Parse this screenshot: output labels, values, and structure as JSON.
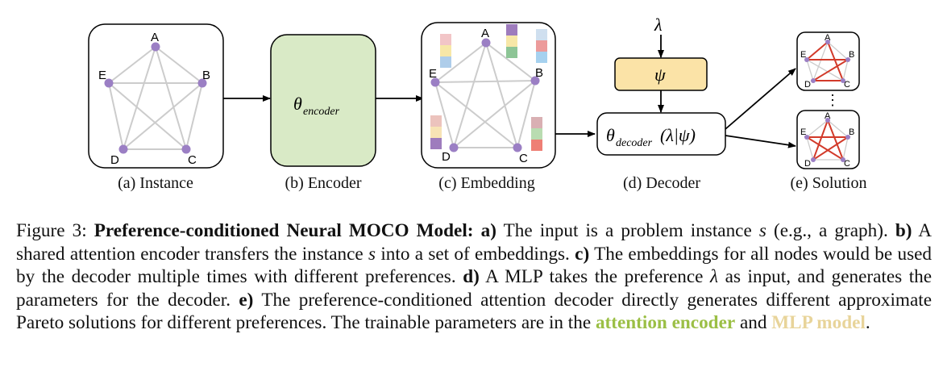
{
  "figure": {
    "node_labels": [
      "A",
      "B",
      "C",
      "D",
      "E"
    ],
    "theta_encoder": "θ",
    "theta_encoder_sub": "encoder",
    "lambda_symbol": "λ",
    "psi_symbol": "ψ",
    "theta_decoder": "θ",
    "theta_decoder_sub": "decoder",
    "theta_decoder_args": "(λ|ψ)",
    "ellipsis": "⋮",
    "sublabels": {
      "a": "(a) Instance",
      "b": "(b) Encoder",
      "c": "(c) Embedding",
      "d": "(d) Decoder",
      "e": "(e) Solution"
    },
    "colors": {
      "node": "#9b7fc4",
      "edge": "#cccccc",
      "encoder_fill": "#d9eac6",
      "psi_fill": "#fbe3a7",
      "solution_edge": "#d23a2a"
    }
  },
  "caption": {
    "figure_label": "Figure 3:",
    "title": "Preference-conditioned Neural MOCO Model:",
    "a_label": "a)",
    "a_text_1": "The input is a problem instance",
    "a_var": "s",
    "a_text_2": "(e.g., a graph).",
    "b_label": "b)",
    "b_text_1": "A shared attention encoder transfers the instance",
    "b_var": "s",
    "b_text_2": "into a set of embeddings.",
    "c_label": "c)",
    "c_text": "The embeddings for all nodes would be used by the decoder multiple times with different preferences.",
    "d_label": "d)",
    "d_text_1": "A MLP takes the preference",
    "d_var": "λ",
    "d_text_2": "as input, and generates the parameters for the decoder.",
    "e_label": "e)",
    "e_text_1": "The preference-conditioned attention decoder directly generates different approximate Pareto solutions for different preferences. The trainable parameters are in the",
    "enc_word": "attention encoder",
    "and_word": "and",
    "mlp_word": "MLP model",
    "end": "."
  }
}
